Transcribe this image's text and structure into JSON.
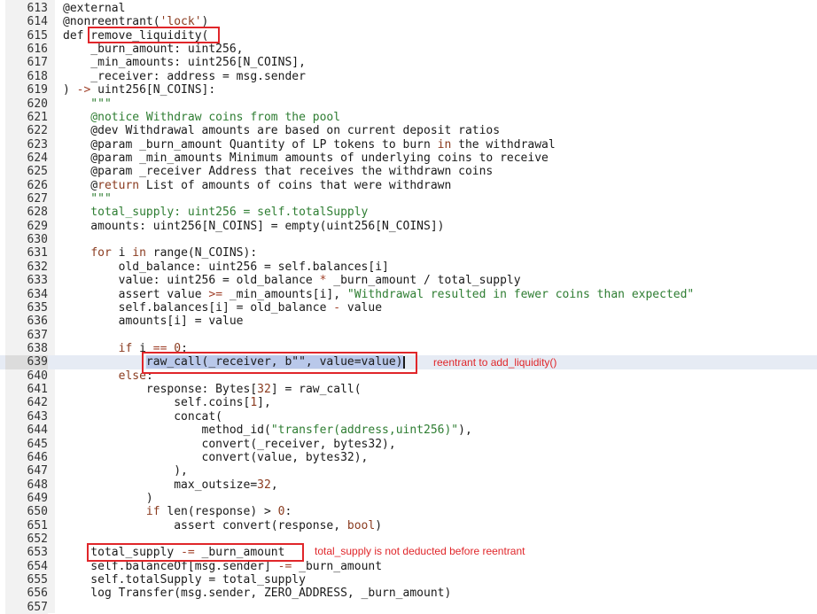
{
  "lines": [
    {
      "n": "613",
      "t": [
        [
          "@external",
          ""
        ]
      ]
    },
    {
      "n": "614",
      "t": [
        [
          "@nonreentrant(",
          ""
        ],
        [
          "'lock'",
          "k"
        ],
        [
          ")",
          ""
        ]
      ]
    },
    {
      "n": "615",
      "t": [
        [
          "def remove_liquidity(",
          ""
        ]
      ]
    },
    {
      "n": "616",
      "t": [
        [
          "    _burn_amount: uint256,",
          ""
        ]
      ]
    },
    {
      "n": "617",
      "t": [
        [
          "    _min_amounts: uint256[N_COINS],",
          ""
        ]
      ]
    },
    {
      "n": "618",
      "t": [
        [
          "    _receiver: address = msg.sender",
          ""
        ]
      ]
    },
    {
      "n": "619",
      "t": [
        [
          ") ",
          ""
        ],
        [
          "->",
          "o"
        ],
        [
          " uint256[N_COINS]:",
          ""
        ]
      ]
    },
    {
      "n": "620",
      "t": [
        [
          "    \"\"\"",
          "g"
        ]
      ]
    },
    {
      "n": "621",
      "t": [
        [
          "    @notice Withdraw coins from the pool",
          "g"
        ]
      ]
    },
    {
      "n": "622",
      "t": [
        [
          "    @dev Withdrawal amounts are based on current deposit ratios",
          ""
        ]
      ]
    },
    {
      "n": "623",
      "t": [
        [
          "    @param _burn_amount Quantity of LP tokens to burn ",
          ""
        ],
        [
          "in",
          "k"
        ],
        [
          " the withdrawal",
          ""
        ]
      ]
    },
    {
      "n": "624",
      "t": [
        [
          "    @param _min_amounts Minimum amounts of underlying coins to receive",
          ""
        ]
      ]
    },
    {
      "n": "625",
      "t": [
        [
          "    @param _receiver Address that receives the withdrawn coins",
          ""
        ]
      ]
    },
    {
      "n": "626",
      "t": [
        [
          "    @",
          ""
        ],
        [
          "return",
          "k"
        ],
        [
          " List of amounts of coins that were withdrawn",
          ""
        ]
      ]
    },
    {
      "n": "627",
      "t": [
        [
          "    \"\"\"",
          "g"
        ]
      ]
    },
    {
      "n": "628",
      "t": [
        [
          "    total_supply: uint256 = self.totalSupply",
          "g"
        ]
      ]
    },
    {
      "n": "629",
      "t": [
        [
          "    amounts: uint256[N_COINS] = empty(uint256[N_COINS])",
          ""
        ]
      ]
    },
    {
      "n": "630",
      "t": [
        [
          "",
          ""
        ]
      ]
    },
    {
      "n": "631",
      "t": [
        [
          "    ",
          ""
        ],
        [
          "for",
          "k"
        ],
        [
          " i ",
          ""
        ],
        [
          "in",
          "k"
        ],
        [
          " range(N_COINS):",
          ""
        ]
      ]
    },
    {
      "n": "632",
      "t": [
        [
          "        old_balance: uint256 = self.balances[i]",
          ""
        ]
      ]
    },
    {
      "n": "633",
      "t": [
        [
          "        value: uint256 = old_balance ",
          ""
        ],
        [
          "*",
          "o"
        ],
        [
          " _burn_amount / total_supply",
          ""
        ]
      ]
    },
    {
      "n": "634",
      "t": [
        [
          "        assert value ",
          ""
        ],
        [
          ">=",
          "o"
        ],
        [
          " _min_amounts[i], ",
          ""
        ],
        [
          "\"Withdrawal resulted in fewer coins than expected\"",
          "g"
        ]
      ]
    },
    {
      "n": "635",
      "t": [
        [
          "        self.balances[i] = old_balance ",
          ""
        ],
        [
          "-",
          "o"
        ],
        [
          " value",
          ""
        ]
      ]
    },
    {
      "n": "636",
      "t": [
        [
          "        amounts[i] = value",
          ""
        ]
      ]
    },
    {
      "n": "637",
      "t": [
        [
          "",
          ""
        ]
      ]
    },
    {
      "n": "638",
      "t": [
        [
          "        ",
          ""
        ],
        [
          "if",
          "k"
        ],
        [
          " i ",
          ""
        ],
        [
          "==",
          "o"
        ],
        [
          " ",
          ""
        ],
        [
          "0",
          "n"
        ],
        [
          ":",
          ""
        ]
      ]
    },
    {
      "n": "639",
      "t": [
        [
          "            ",
          ""
        ],
        [
          "raw_call(_receiver, b\"\", value=value)",
          "sel"
        ]
      ],
      "cur": true
    },
    {
      "n": "640",
      "t": [
        [
          "        ",
          ""
        ],
        [
          "else",
          "k"
        ],
        [
          ":",
          ""
        ]
      ]
    },
    {
      "n": "641",
      "t": [
        [
          "            response: Bytes[",
          ""
        ],
        [
          "32",
          "n"
        ],
        [
          "] = raw_call(",
          ""
        ]
      ]
    },
    {
      "n": "642",
      "t": [
        [
          "                self.coins[",
          ""
        ],
        [
          "1",
          "n"
        ],
        [
          "],",
          ""
        ]
      ]
    },
    {
      "n": "643",
      "t": [
        [
          "                concat(",
          ""
        ]
      ]
    },
    {
      "n": "644",
      "t": [
        [
          "                    method_id(",
          ""
        ],
        [
          "\"transfer(address,uint256)\"",
          "g"
        ],
        [
          "),",
          ""
        ]
      ]
    },
    {
      "n": "645",
      "t": [
        [
          "                    convert(_receiver, bytes32),",
          ""
        ]
      ]
    },
    {
      "n": "646",
      "t": [
        [
          "                    convert(value, bytes32),",
          ""
        ]
      ]
    },
    {
      "n": "647",
      "t": [
        [
          "                ),",
          ""
        ]
      ]
    },
    {
      "n": "648",
      "t": [
        [
          "                max_outsize=",
          ""
        ],
        [
          "32",
          "n"
        ],
        [
          ",",
          ""
        ]
      ]
    },
    {
      "n": "649",
      "t": [
        [
          "            )",
          ""
        ]
      ]
    },
    {
      "n": "650",
      "t": [
        [
          "            ",
          ""
        ],
        [
          "if",
          "k"
        ],
        [
          " len(response) > ",
          ""
        ],
        [
          "0",
          "n"
        ],
        [
          ":",
          ""
        ]
      ]
    },
    {
      "n": "651",
      "t": [
        [
          "                assert convert(response, ",
          ""
        ],
        [
          "bool",
          "k"
        ],
        [
          ")",
          ""
        ]
      ]
    },
    {
      "n": "652",
      "t": [
        [
          "",
          ""
        ]
      ]
    },
    {
      "n": "653",
      "t": [
        [
          "    total_supply ",
          ""
        ],
        [
          "-=",
          "o"
        ],
        [
          " _burn_amount",
          ""
        ]
      ]
    },
    {
      "n": "654",
      "t": [
        [
          "    self.balanceOf[msg.sender] ",
          ""
        ],
        [
          "-=",
          "o"
        ],
        [
          " _burn_amount",
          ""
        ]
      ]
    },
    {
      "n": "655",
      "t": [
        [
          "    self.totalSupply = total_supply",
          ""
        ]
      ]
    },
    {
      "n": "656",
      "t": [
        [
          "    log Transfer(msg.sender, ZERO_ADDRESS, _burn_amount)",
          ""
        ]
      ]
    },
    {
      "n": "657",
      "t": [
        [
          "",
          ""
        ]
      ]
    }
  ],
  "annotations": {
    "reentrant_note": "reentrant to add_liquidity()",
    "supply_note": "total_supply is not deducted before reentrant"
  },
  "colors": {
    "highlight_box": "#e0262a",
    "current_line": "#e6ebf4",
    "selection": "#b9c8ea"
  }
}
